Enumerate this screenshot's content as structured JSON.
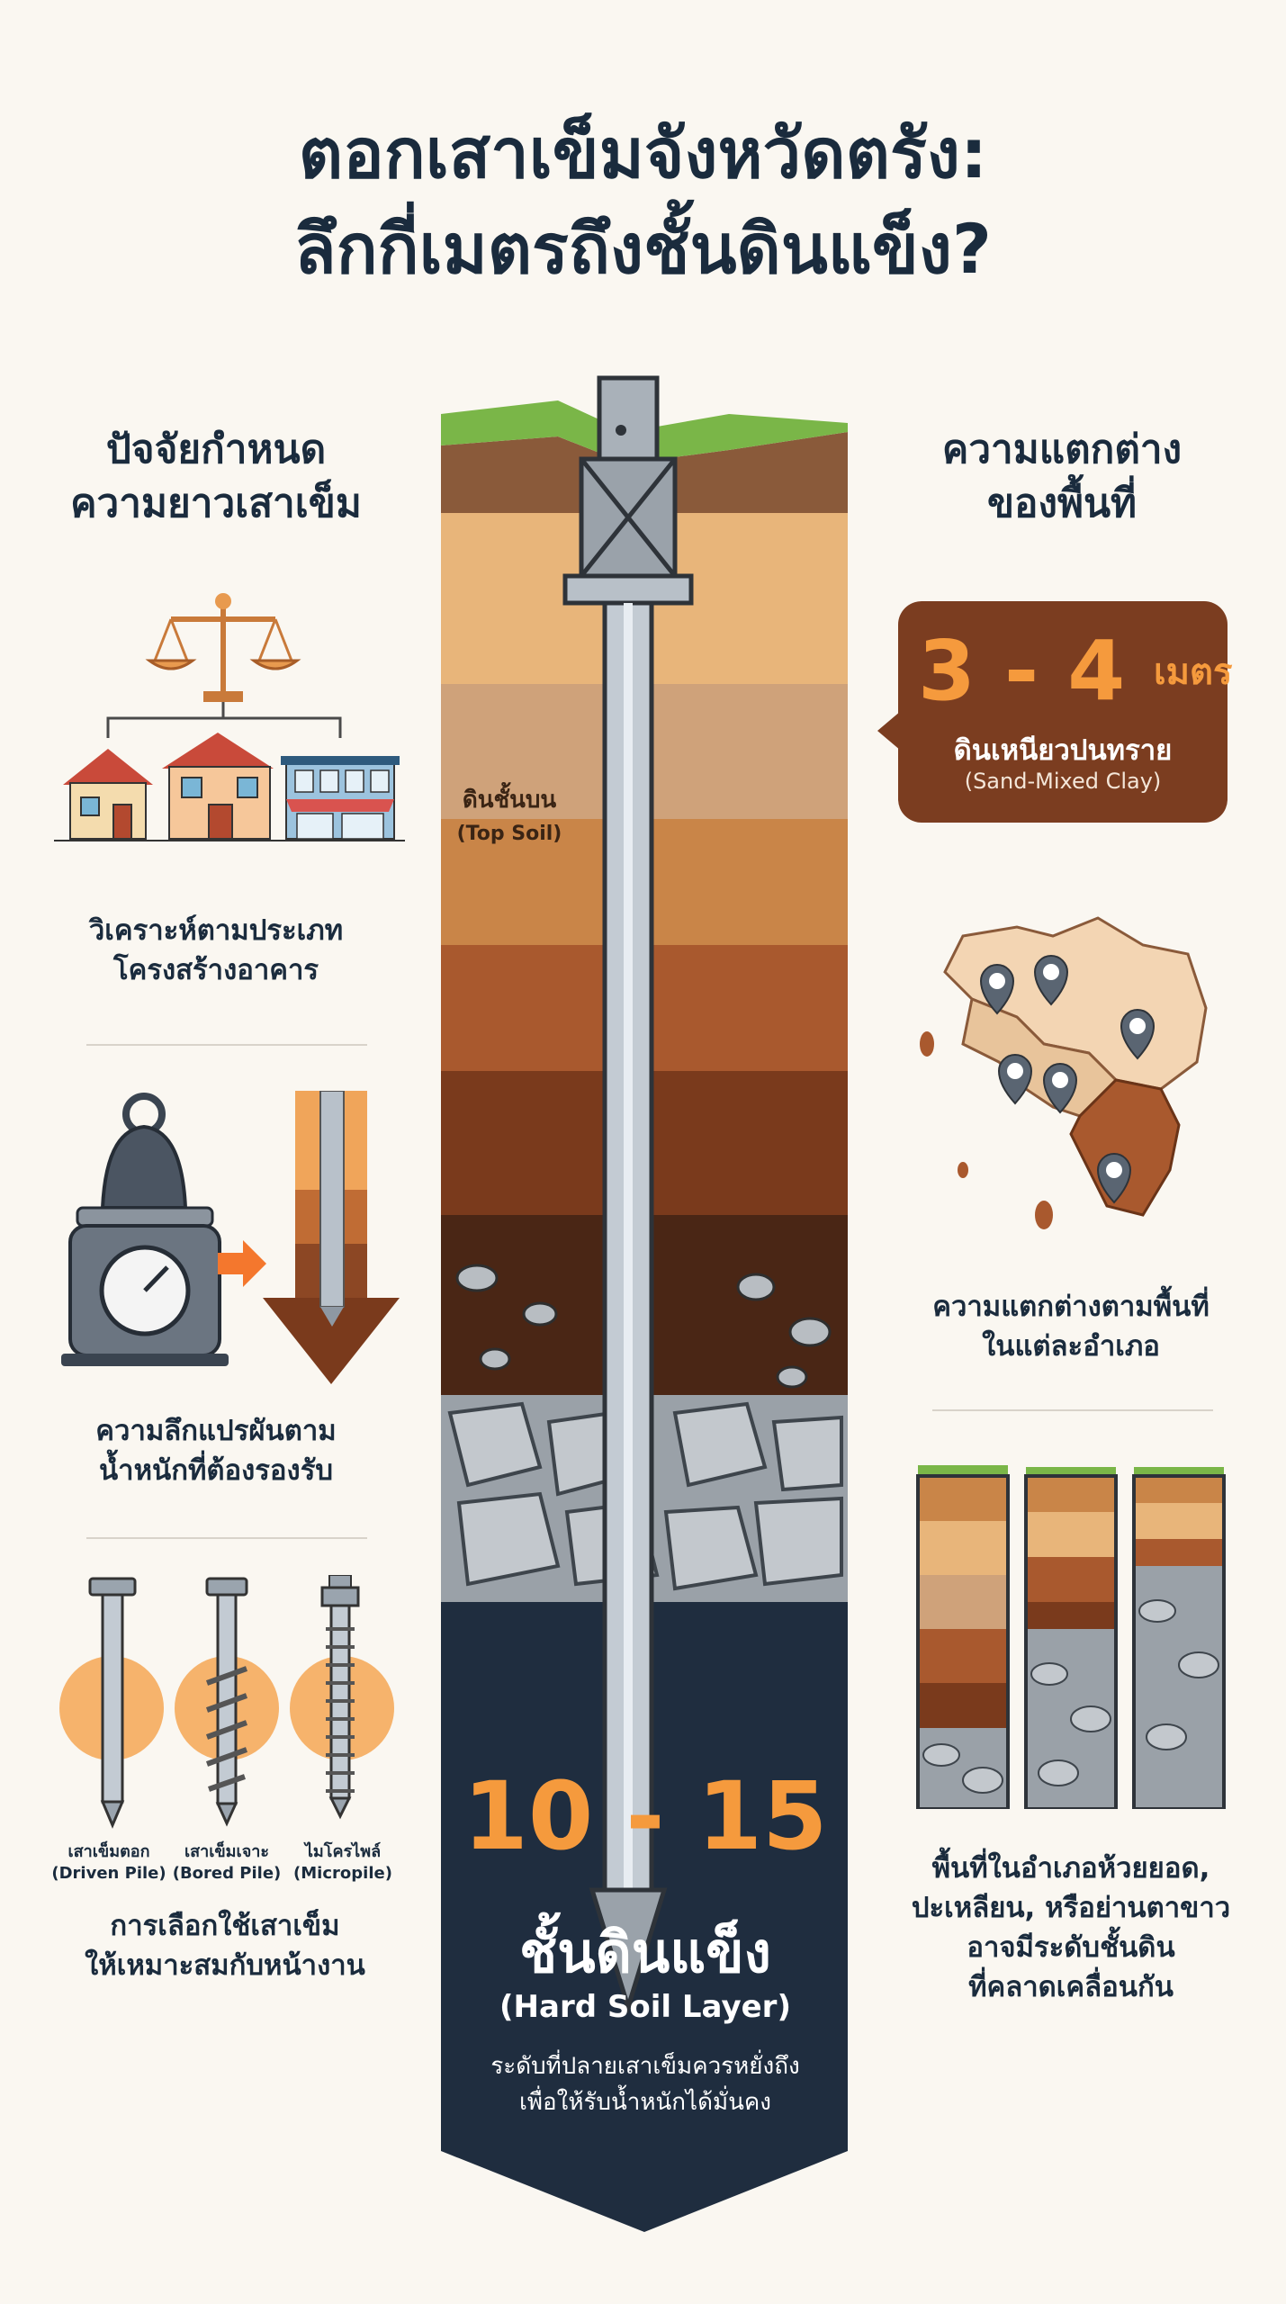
{
  "title": {
    "line1": "ตอกเสาเข็มจังหวัดตรัง:",
    "line2": "ลึกกี่เมตรถึงชั้นดินแข็ง?"
  },
  "left": {
    "heading_line1": "ปัจจัยกำหนด",
    "heading_line2": "ความยาวเสาเข็ม",
    "factor1_line1": "วิเคราะห์ตามประเภท",
    "factor1_line2": "โครงสร้างอาคาร",
    "factor2_line1": "ความลึกแปรผันตาม",
    "factor2_line2": "น้ำหนักที่ต้องรองรับ",
    "piles": [
      {
        "th": "เสาเข็มตอก",
        "en": "(Driven Pile)"
      },
      {
        "th": "เสาเข็มเจาะ",
        "en": "(Bored Pile)"
      },
      {
        "th": "ไมโครไพล์",
        "en": "(Micropile)"
      }
    ],
    "factor3_line1": "การเลือกใช้เสาเข็ม",
    "factor3_line2": "ให้เหมาะสมกับหน้างาน"
  },
  "center": {
    "top_soil_th": "ดินชั้นบน",
    "top_soil_en": "(Top Soil)",
    "hard_range": "10 - 15",
    "hard_th": "ชั้นดินแข็ง",
    "hard_en": "(Hard Soil Layer)",
    "hard_desc_line1": "ระดับที่ปลายเสาเข็มควรหยั่งถึง",
    "hard_desc_line2": "เพื่อให้รับน้ำหนักได้มั่นคง"
  },
  "right": {
    "heading_line1": "ความแตกต่าง",
    "heading_line2": "ของพื้นที่",
    "badge_range": "3 - 4",
    "badge_unit": "เมตร",
    "badge_th": "ดินเหนียวปนทราย",
    "badge_en": "(Sand-Mixed Clay)",
    "map_caption_line1": "ความแตกต่างตามพื้นที่",
    "map_caption_line2": "ในแต่ละอำเภอ",
    "cols_caption_line1": "พื้นที่ในอำเภอห้วยยอด,",
    "cols_caption_line2": "ปะเหลียน, หรือย่านตาขาว",
    "cols_caption_line3": "อาจมีระดับชั้นดิน",
    "cols_caption_line4": "ที่คลาดเคลื่อนกัน"
  },
  "colors": {
    "accent": "#f59a3d",
    "navy": "#1f2d3f",
    "badge": "#7b3d20",
    "background": "#faf7f1"
  }
}
